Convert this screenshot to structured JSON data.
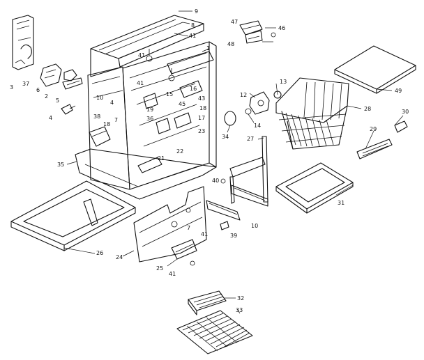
{
  "diagram": {
    "callouts": [
      {
        "id": "c9",
        "text": "9"
      },
      {
        "id": "c8",
        "text": "8"
      },
      {
        "id": "c41a",
        "text": "41"
      },
      {
        "id": "c1",
        "text": "1"
      },
      {
        "id": "c47",
        "text": "47"
      },
      {
        "id": "c46",
        "text": "46"
      },
      {
        "id": "c48",
        "text": "48"
      },
      {
        "id": "c3",
        "text": "3"
      },
      {
        "id": "c37",
        "text": "37"
      },
      {
        "id": "c6",
        "text": "6"
      },
      {
        "id": "c2",
        "text": "2"
      },
      {
        "id": "c5",
        "text": "5"
      },
      {
        "id": "c4",
        "text": "4"
      },
      {
        "id": "c10a",
        "text": "10"
      },
      {
        "id": "c7a",
        "text": "7"
      },
      {
        "id": "c38",
        "text": "38"
      },
      {
        "id": "c18a",
        "text": "18"
      },
      {
        "id": "c36",
        "text": "36"
      },
      {
        "id": "c19",
        "text": "19"
      },
      {
        "id": "c15",
        "text": "15"
      },
      {
        "id": "c45",
        "text": "45"
      },
      {
        "id": "c16",
        "text": "16"
      },
      {
        "id": "c43",
        "text": "43"
      },
      {
        "id": "c18b",
        "text": "18"
      },
      {
        "id": "c17",
        "text": "17"
      },
      {
        "id": "c23",
        "text": "23"
      },
      {
        "id": "c22",
        "text": "22"
      },
      {
        "id": "c21",
        "text": "21"
      },
      {
        "id": "c35",
        "text": "35"
      },
      {
        "id": "c13",
        "text": "13"
      },
      {
        "id": "c12",
        "text": "12"
      },
      {
        "id": "c14",
        "text": "14"
      },
      {
        "id": "c34",
        "text": "34"
      },
      {
        "id": "c49",
        "text": "49"
      },
      {
        "id": "c28",
        "text": "28"
      },
      {
        "id": "c30",
        "text": "30"
      },
      {
        "id": "c29",
        "text": "29"
      },
      {
        "id": "c27",
        "text": "27"
      },
      {
        "id": "c40",
        "text": "40"
      },
      {
        "id": "c31",
        "text": "31"
      },
      {
        "id": "c10b",
        "text": "10"
      },
      {
        "id": "c39",
        "text": "39"
      },
      {
        "id": "c41b",
        "text": "41"
      },
      {
        "id": "c7b",
        "text": "7"
      },
      {
        "id": "c26",
        "text": "26"
      },
      {
        "id": "c24",
        "text": "24"
      },
      {
        "id": "c25",
        "text": "25"
      },
      {
        "id": "c41c",
        "text": "41"
      },
      {
        "id": "c32",
        "text": "32"
      },
      {
        "id": "c33",
        "text": "33"
      },
      {
        "id": "c41d",
        "text": "41"
      },
      {
        "id": "c41e",
        "text": "41"
      },
      {
        "id": "c4b",
        "text": "4"
      }
    ]
  }
}
